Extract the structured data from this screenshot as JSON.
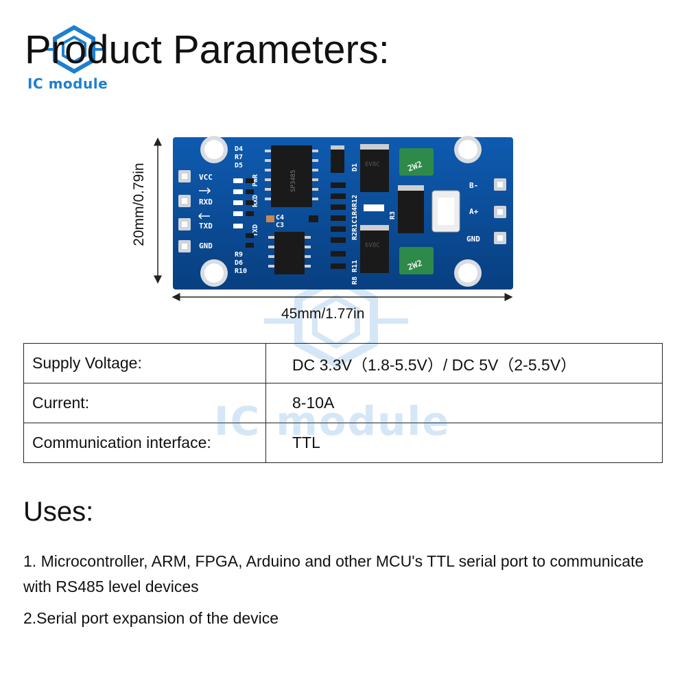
{
  "header": {
    "title": "Product Parameters:",
    "logo_text": "IC module"
  },
  "watermark": {
    "text": "IC module"
  },
  "board": {
    "dim_width": "45mm/1.77in",
    "dim_height": "20mm/0.79in",
    "pin_labels_left": [
      "VCC",
      "RXD",
      "TXD",
      "GND"
    ],
    "pin_labels_right": [
      "B-",
      "A+",
      "GND"
    ],
    "silk": {
      "top_group": [
        "D4",
        "R7",
        "D5"
      ],
      "bottom_group": [
        "R9",
        "D6",
        "R10"
      ],
      "rxd": "RXD",
      "pwr": "PWR",
      "txd": "TXD",
      "c4": "C4",
      "c3": "C3",
      "d1": "D1",
      "r3": "R3",
      "mid_vertical": "R2R1C1R4R12",
      "bottom_vertical": "R8 R11",
      "chip_top": "SP3485",
      "fuse": "2W2",
      "tvs": "6V8C"
    },
    "colors": {
      "pcb": "#0a4f9c",
      "silk": "#ffffff",
      "pad": "#e6e6e6"
    }
  },
  "params": {
    "rows": [
      {
        "label": "Supply Voltage:",
        "value": "DC 3.3V（1.8-5.5V）/ DC 5V（2-5.5V）"
      },
      {
        "label": "Current:",
        "value": "8-10A"
      },
      {
        "label": "Communication interface:",
        "value": "TTL"
      }
    ]
  },
  "uses": {
    "title": "Uses:",
    "items": [
      "1. Microcontroller, ARM, FPGA, Arduino and other MCU's TTL serial port to communicate with RS485 level devices",
      "2.Serial port expansion of the device"
    ]
  }
}
